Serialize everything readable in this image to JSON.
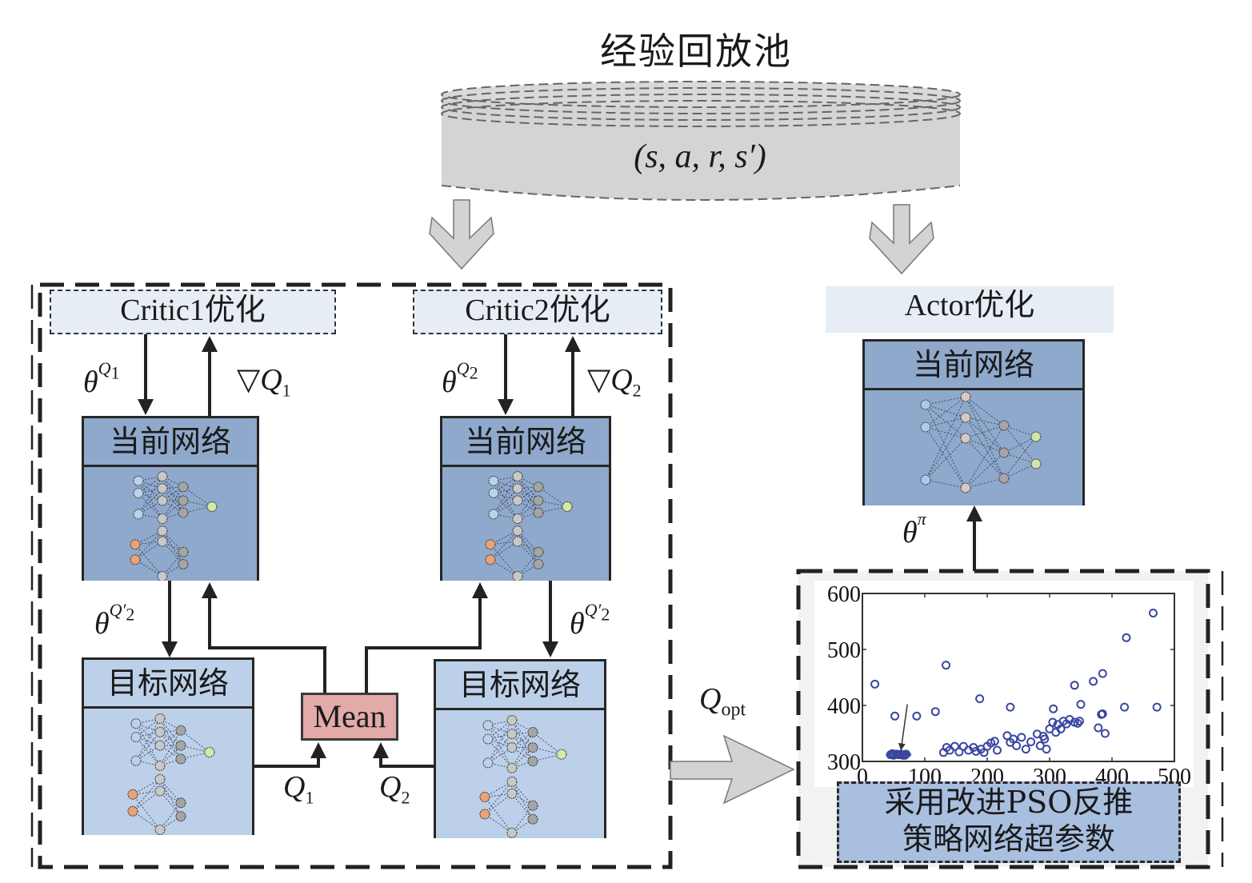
{
  "replay_pool": {
    "title": "经验回放池",
    "tuple": "(s, a, r, s′)"
  },
  "critic1": {
    "opt_label": "Critic1优化",
    "param_label": {
      "base": "θ",
      "sup": "Q",
      "sub": "1"
    },
    "grad_label": {
      "base": "▽Q",
      "sub": "1"
    },
    "current_net_title": "当前网络",
    "target_net_title": "目标网络",
    "target_param_label": {
      "base": "θ",
      "sup": "Q′",
      "sub": "2"
    },
    "q_out_label": {
      "base": "Q",
      "sub": "1"
    }
  },
  "critic2": {
    "opt_label": "Critic2优化",
    "param_label": {
      "base": "θ",
      "sup": "Q",
      "sub": "2"
    },
    "grad_label": {
      "base": "▽Q",
      "sub": "2"
    },
    "current_net_title": "当前网络",
    "target_net_title": "目标网络",
    "target_param_label": {
      "base": "θ",
      "sup": "Q′",
      "sub": "2"
    },
    "q_out_label": {
      "base": "Q",
      "sub": "2"
    }
  },
  "mean_block": {
    "label": "Mean"
  },
  "q_opt_label": {
    "base": "Q",
    "sub": "opt"
  },
  "actor": {
    "opt_label": "Actor优化",
    "current_net_title": "当前网络",
    "param_label": {
      "base": "θ",
      "sup": "π"
    }
  },
  "pso_block": {
    "line1": "采用改进PSO反推",
    "line2": "策略网络超参数"
  },
  "icons": {
    "replay_pool": "cylinder-database-icon",
    "arrow": "block-arrow-icon",
    "network": "neural-network-icon"
  },
  "colors": {
    "pool_fill": "#d4d4d4",
    "current_net": "#8fa9cc",
    "target_net": "#bdd0e9",
    "opt_label_bg": "#e6edf5",
    "mean_fill": "#e2aaa8",
    "pso_fill": "#a9bfe0",
    "scatter_marker": "#3a47a0"
  },
  "chart_data": {
    "type": "scatter",
    "title": "",
    "xlabel": "",
    "ylabel": "",
    "xlim": [
      0,
      500
    ],
    "ylim": [
      300,
      600
    ],
    "x_ticks": [
      "0",
      "100",
      "200",
      "300",
      "400",
      "500"
    ],
    "y_ticks": [
      "300",
      "400",
      "500",
      "600"
    ],
    "grid": false,
    "annotation": "arrow pointing to dense cluster near x≈60, y≈310",
    "series": [
      {
        "name": "samples",
        "marker": "open-circle",
        "x": [
          20,
          52,
          87,
          117,
          134,
          188,
          237,
          306,
          340,
          370,
          385,
          420,
          423,
          466,
          472,
          350,
          383,
          385,
          378,
          389,
          45,
          50,
          55,
          60,
          65,
          70,
          48,
          58,
          68,
          62,
          130,
          135,
          140,
          148,
          155,
          162,
          170,
          178,
          182,
          190,
          195,
          200,
          206,
          212,
          216,
          232,
          237,
          242,
          247,
          255,
          262,
          270,
          280,
          285,
          290,
          292,
          295,
          300,
          305,
          310,
          313,
          318,
          322,
          327,
          332,
          340,
          345,
          348
        ],
        "y": [
          438,
          381,
          381,
          389,
          472,
          412,
          397,
          394,
          436,
          443,
          457,
          397,
          521,
          565,
          397,
          402,
          384,
          385,
          360,
          350,
          312,
          311,
          313,
          312,
          311,
          313,
          314,
          312,
          311,
          313,
          316,
          325,
          320,
          327,
          317,
          327,
          320,
          325,
          318,
          322,
          316,
          327,
          333,
          336,
          320,
          346,
          334,
          340,
          328,
          343,
          322,
          335,
          349,
          328,
          345,
          340,
          322,
          358,
          370,
          352,
          366,
          358,
          372,
          367,
          375,
          370,
          368,
          372
        ]
      }
    ]
  }
}
